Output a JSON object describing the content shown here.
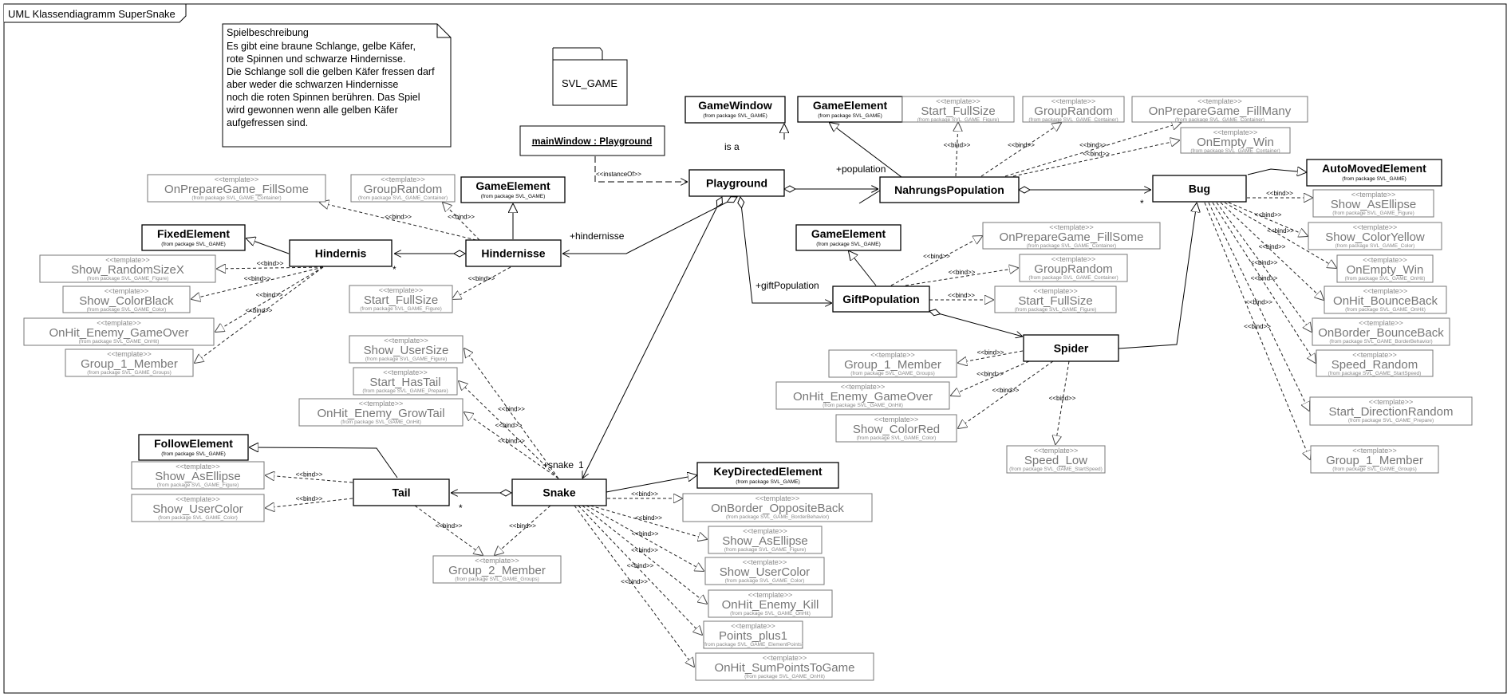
{
  "frame": {
    "title": "UML Klassendiagramm SuperSnake"
  },
  "note": {
    "lines": [
      "Spielbeschreibung",
      "Es gibt eine braune Schlange, gelbe Käfer,",
      "rote Spinnen und schwarze Hindernisse.",
      "Die Schlange soll die gelben Käfer fressen darf",
      "aber weder die schwarzen Hindernisse",
      "noch die roten Spinnen berühren. Das Spiel",
      "wird gewonnen wenn alle gelben Käfer",
      "aufgefressen sind."
    ]
  },
  "package": {
    "name": "SVL_GAME"
  },
  "object": {
    "name": "mainWindow : Playground"
  },
  "stereotype": "<<template>>",
  "bind_label": "<<bind>>",
  "classes": [
    {
      "id": "GameWindow",
      "name": "GameWindow",
      "pkg": "(from package SVL_GAME)"
    },
    {
      "id": "GameElement_top",
      "name": "GameElement",
      "pkg": "(from package SVL_GAME)"
    },
    {
      "id": "GameElement_left",
      "name": "GameElement",
      "pkg": "(from package SVL_GAME)"
    },
    {
      "id": "GameElement_mid",
      "name": "GameElement",
      "pkg": "(from package SVL_GAME)"
    },
    {
      "id": "AutoMovedElement",
      "name": "AutoMovedElement",
      "pkg": "(from package SVL_GAME)"
    },
    {
      "id": "FixedElement",
      "name": "FixedElement",
      "pkg": "(from package SVL_GAME)"
    },
    {
      "id": "FollowElement",
      "name": "FollowElement",
      "pkg": "(from package SVL_GAME)"
    },
    {
      "id": "KeyDirectedElement",
      "name": "KeyDirectedElement",
      "pkg": "(from package SVL_GAME)"
    },
    {
      "id": "Playground",
      "name": "Playground"
    },
    {
      "id": "NahrungsPopulation",
      "name": "NahrungsPopulation"
    },
    {
      "id": "Bug",
      "name": "Bug"
    },
    {
      "id": "Hindernisse",
      "name": "Hindernisse"
    },
    {
      "id": "Hindernis",
      "name": "Hindernis"
    },
    {
      "id": "GiftPopulation",
      "name": "GiftPopulation"
    },
    {
      "id": "Spider",
      "name": "Spider"
    },
    {
      "id": "Snake",
      "name": "Snake"
    },
    {
      "id": "Tail",
      "name": "Tail"
    }
  ],
  "templates": [
    {
      "id": "t_start_fullsize_top",
      "name": "Start_FullSize",
      "pkg": "(from package SVL_GAME_Figure)"
    },
    {
      "id": "t_grouprandom_top",
      "name": "GroupRandom",
      "pkg": "(from package SVL_GAME_Container)"
    },
    {
      "id": "t_onprep_fillmany",
      "name": "OnPrepareGame_FillMany",
      "pkg": "(from package SVL_GAME_Container)"
    },
    {
      "id": "t_onempty_win_top",
      "name": "OnEmpty_Win",
      "pkg": "(from package SVL_GAME_Container)"
    },
    {
      "id": "t_onprep_fillsome_left",
      "name": "OnPrepareGame_FillSome",
      "pkg": "(from package SVL_GAME_Container)"
    },
    {
      "id": "t_grouprandom_left",
      "name": "GroupRandom",
      "pkg": "(from package SVL_GAME_Container)"
    },
    {
      "id": "t_show_randomsizex",
      "name": "Show_RandomSizeX",
      "pkg": "(from package SVL_GAME_Figure)"
    },
    {
      "id": "t_show_colorblack",
      "name": "Show_ColorBlack",
      "pkg": "(from package SVL_GAME_Color)"
    },
    {
      "id": "t_onhit_gameover_left",
      "name": "OnHit_Enemy_GameOver",
      "pkg": "(from package SVL_GAME_OnHit)"
    },
    {
      "id": "t_group1_left",
      "name": "Group_1_Member",
      "pkg": "(from package SVL_GAME_Groups)"
    },
    {
      "id": "t_start_fullsize_left",
      "name": "Start_FullSize",
      "pkg": "(from package SVL_GAME_Figure)"
    },
    {
      "id": "t_show_usersize",
      "name": "Show_UserSize",
      "pkg": "(from package SVL_GAME_Figure)"
    },
    {
      "id": "t_start_hastail",
      "name": "Start_HasTail",
      "pkg": "(from package SVL_GAME_Prepare)"
    },
    {
      "id": "t_onhit_growtail",
      "name": "OnHit_Enemy_GrowTail",
      "pkg": "(from package SVL_GAME_OnHit)"
    },
    {
      "id": "t_show_asellipse_tail",
      "name": "Show_AsEllipse",
      "pkg": "(from package SVL_GAME_Figure)"
    },
    {
      "id": "t_show_usercolor_tail",
      "name": "Show_UserColor",
      "pkg": "(from package SVL_GAME_Color)"
    },
    {
      "id": "t_group2",
      "name": "Group_2_Member",
      "pkg": "(from package SVL_GAME_Groups)"
    },
    {
      "id": "t_onborder_opposite",
      "name": "OnBorder_OppositeBack",
      "pkg": "(from package SVL_GAME_BorderBehavior)"
    },
    {
      "id": "t_show_asellipse_snake",
      "name": "Show_AsEllipse",
      "pkg": "(from package SVL_GAME_Figure)"
    },
    {
      "id": "t_show_usercolor_snake",
      "name": "Show_UserColor",
      "pkg": "(from package SVL_GAME_Color)"
    },
    {
      "id": "t_onhit_kill",
      "name": "OnHit_Enemy_Kill",
      "pkg": "(from package SVL_GAME_OnHit)"
    },
    {
      "id": "t_points_plus1",
      "name": "Points_plus1",
      "pkg": "(from package SVL_GAME_ElementPoints)"
    },
    {
      "id": "t_onhit_sumpoints",
      "name": "OnHit_SumPointsToGame",
      "pkg": "(from package SVL_GAME_OnHit)"
    },
    {
      "id": "t_onprep_fillsome_mid",
      "name": "OnPrepareGame_FillSome",
      "pkg": "(from package SVL_GAME_Container)"
    },
    {
      "id": "t_grouprandom_mid",
      "name": "GroupRandom",
      "pkg": "(from package SVL_GAME_Container)"
    },
    {
      "id": "t_start_fullsize_mid",
      "name": "Start_FullSize",
      "pkg": "(from package SVL_GAME_Figure)"
    },
    {
      "id": "t_group1_spider",
      "name": "Group_1_Member",
      "pkg": "(from package SVL_GAME_Groups)"
    },
    {
      "id": "t_onhit_gameover_spider",
      "name": "OnHit_Enemy_GameOver",
      "pkg": "(from package SVL_GAME_OnHit)"
    },
    {
      "id": "t_show_colorred",
      "name": "Show_ColorRed",
      "pkg": "(from package SVL_GAME_Color)"
    },
    {
      "id": "t_speed_low",
      "name": "Speed_Low",
      "pkg": "(from package SVL_GAME_StartSpeed)"
    },
    {
      "id": "t_show_asellipse_bug",
      "name": "Show_AsEllipse",
      "pkg": "(from package SVL_GAME_Figure)"
    },
    {
      "id": "t_show_coloryellow",
      "name": "Show_ColorYellow",
      "pkg": "(from package SVL_GAME_Color)"
    },
    {
      "id": "t_onempty_win_bug",
      "name": "OnEmpty_Win",
      "pkg": "(from package SVL_GAME_OnHit)"
    },
    {
      "id": "t_onhit_bounceback",
      "name": "OnHit_BounceBack",
      "pkg": "(from package SVL_GAME_OnHit)"
    },
    {
      "id": "t_onborder_bounceback",
      "name": "OnBorder_BounceBack",
      "pkg": "(from package SVL_GAME_BorderBehavior)"
    },
    {
      "id": "t_speed_random",
      "name": "Speed_Random",
      "pkg": "(from package SVL_GAME_StartSpeed)"
    },
    {
      "id": "t_start_dirrandom",
      "name": "Start_DirectionRandom",
      "pkg": "(from package SVL_GAME_Prepare)"
    },
    {
      "id": "t_group1_bug",
      "name": "Group_1_Member",
      "pkg": "(from package SVL_GAME_Groups)"
    }
  ],
  "labels": {
    "instanceOf": "<<instanceOf>>",
    "is_a": "is a",
    "population": "+population",
    "hindernisse": "+hindernisse",
    "giftPopulation": "+giftPopulation",
    "snake": "+snake",
    "one": "1",
    "star": "*"
  }
}
